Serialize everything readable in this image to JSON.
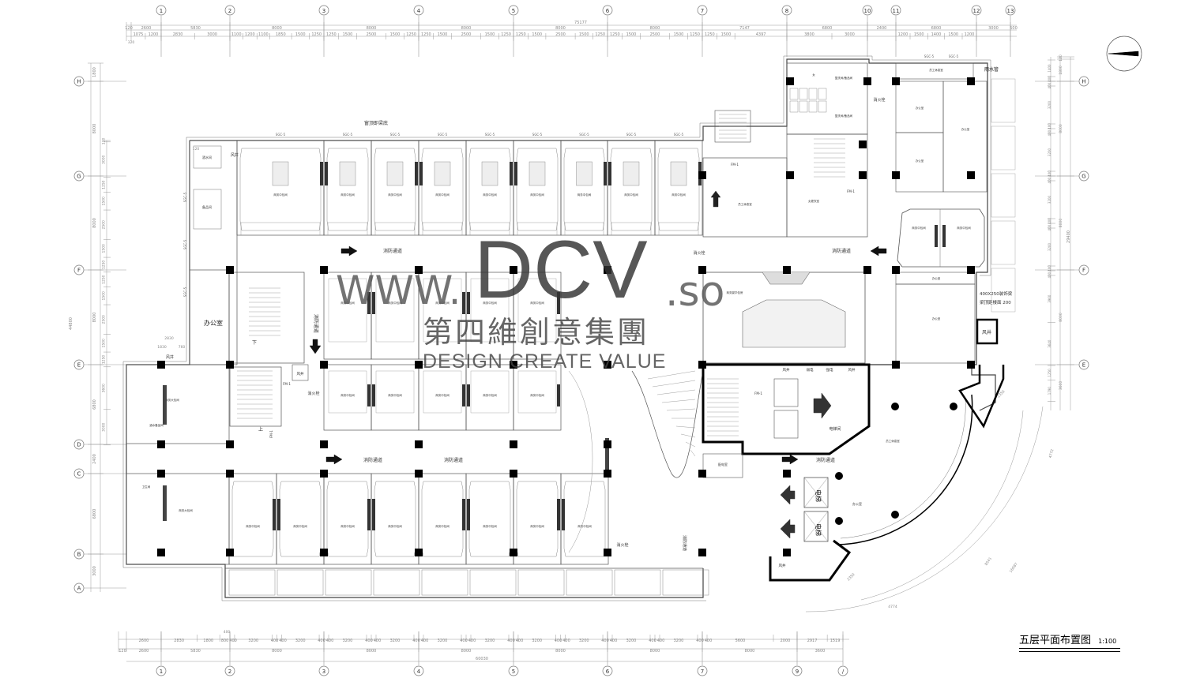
{
  "drawing": {
    "title": "五层平面布置图",
    "scale": "1:100"
  },
  "watermark": {
    "www": "WWW.",
    "brand": "DCV",
    "suffix": ".so",
    "chinese": "第四維創意集團",
    "slogan": "DESIGN CREATE VALUE"
  },
  "axes": {
    "top_columns": [
      "1",
      "2",
      "3",
      "4",
      "5",
      "6",
      "7",
      "8",
      "10",
      "11",
      "12",
      "13"
    ],
    "bottom_columns": [
      "1",
      "2",
      "3",
      "4",
      "5",
      "6",
      "7",
      "9",
      "/"
    ],
    "left_rows": [
      "H",
      "G",
      "F",
      "E",
      "D",
      "C",
      "B",
      "A"
    ],
    "right_rows": [
      "H",
      "G",
      "F",
      "E"
    ]
  },
  "dimensions": {
    "top_total": "75177",
    "top_bays": [
      "120",
      "2600",
      "5830",
      "8000",
      "8000",
      "8000",
      "8000",
      "8000",
      "7147",
      "6800",
      "2400",
      "6800",
      "3000",
      "500"
    ],
    "top_details": [
      [],
      [
        "1075",
        "1200"
      ],
      [
        "2830",
        "3000"
      ],
      [
        "1100",
        "1200",
        "1100",
        "1850",
        "1500",
        "1250"
      ],
      [
        "1250",
        "1500",
        "2500",
        "1500",
        "1250"
      ],
      [
        "1250",
        "1500",
        "2500",
        "1500",
        "1250"
      ],
      [
        "1250",
        "1500",
        "2500",
        "1500",
        "1250"
      ],
      [
        "1250",
        "1500",
        "2500",
        "1500",
        "1250"
      ],
      [
        "1250",
        "1500",
        "4397"
      ],
      [
        "3800",
        "3000"
      ],
      [],
      [
        "1200",
        "1500",
        "1400",
        "1500",
        "1200"
      ],
      [],
      []
    ],
    "top_extra": "320",
    "bottom_total": "60030",
    "bottom_bays": [
      "120",
      "2600",
      "5830",
      "8000",
      "8000",
      "8000",
      "8000",
      "8000",
      "8000",
      "3600"
    ],
    "bottom_details": [
      [],
      [
        "2600"
      ],
      [
        "2830",
        "1800",
        "800"
      ],
      [
        "400",
        "3200",
        "400",
        "400",
        "3200",
        "400"
      ],
      [
        "400",
        "3200",
        "400",
        "400",
        "3200",
        "400"
      ],
      [
        "400",
        "3200",
        "400",
        "400",
        "3200",
        "400"
      ],
      [
        "400",
        "3200",
        "400",
        "400",
        "3200",
        "400"
      ],
      [
        "400",
        "3200",
        "400",
        "400",
        "3200",
        "400"
      ],
      [
        "400",
        "5600",
        "2000"
      ],
      [
        "2917",
        "1519"
      ]
    ],
    "bottom_extra": "400",
    "left_total": "44800",
    "left_bays": [
      "1800",
      "8000",
      "8000",
      "8000",
      "6800",
      "2400",
      "6800",
      "3000"
    ],
    "left_details": [
      "120",
      "3000",
      "1250",
      "1500",
      "2500",
      "1500",
      "1250",
      "1250",
      "1500",
      "2500",
      "1500",
      "1250",
      "3600",
      "3000"
    ],
    "right_total": "29400",
    "right_bays": [
      "120",
      "1800",
      "8000",
      "8000",
      "8000",
      "3600"
    ],
    "right_details": [
      "1400",
      "400",
      "400",
      "3200",
      "400",
      "400",
      "3200",
      "400",
      "400",
      "3200",
      "400",
      "400",
      "3200",
      "400",
      "400",
      "3960",
      "3640",
      "1250",
      "1790"
    ],
    "misc": [
      "2830",
      "1830",
      "760",
      "120",
      "4774",
      "4772",
      "8541",
      "16087",
      "2355",
      "2350"
    ]
  },
  "labels": {
    "window_note": "窗顶即梁底",
    "window_code": "SGC-5",
    "fire_corridor": "消防通道",
    "hydrant": "消火栓",
    "office": "办公室",
    "shaft": "风井",
    "elevator": "电梯",
    "elevator_hall": "电梯间",
    "rain_pipe": "雨水管",
    "beam_note_1": "400X250装饰梁",
    "beam_note_2": "梁顶距楼面 200",
    "fire_door": "FM-1",
    "medium_room": "商务中包间",
    "large_room": "商务大包间",
    "vip_room": "商务豪华包房",
    "wine_room": "酒水间",
    "storage": "备品间",
    "wine_storage": "酒水备品间",
    "toilet": "卫生间",
    "staff_lounge": "员工休息室",
    "changing_room": "女更衣室",
    "wash_room": "盥洗间/备品间",
    "power_room": "配电室",
    "strong_elec": "强电",
    "weak_elec": "弱电",
    "female": "女",
    "down": "下",
    "up": "上"
  },
  "colors": {
    "line": "#555555",
    "wall": "#000000",
    "dimension": "#888888",
    "watermark": "#3a3a3a"
  }
}
